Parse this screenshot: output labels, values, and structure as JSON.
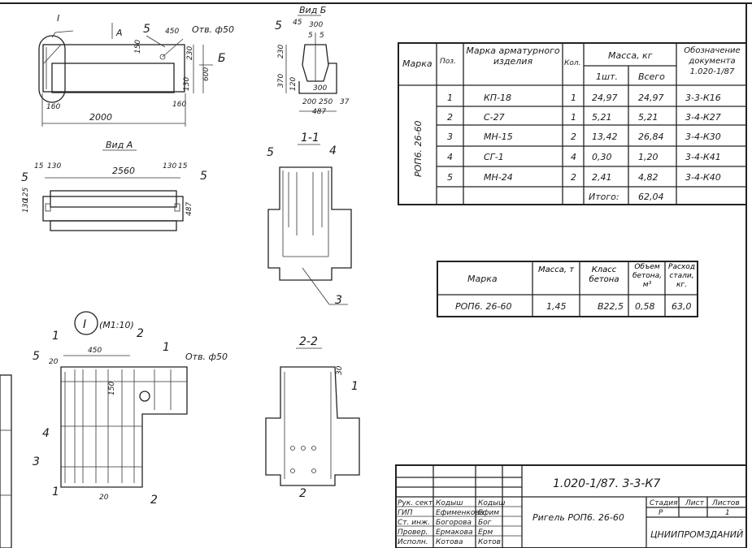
{
  "drawing": {
    "plan": {
      "callout_detail": "I",
      "view_a_arrow": "А",
      "pos5": "5",
      "dim_450": "450",
      "hole": "Отв. ф50",
      "view_b_arrow": "Б",
      "dim_150": "150",
      "dim_230": "230",
      "dim_600": "600",
      "dim_130": "130",
      "dim_160_left": "160",
      "dim_160_right": "160",
      "dim_2000": "2000"
    },
    "view_b": {
      "title": "Вид Б",
      "pos5": "5",
      "dim_45": "45",
      "dim_300": "300",
      "dim_s1": "5",
      "dim_s2": "5",
      "dim_230": "230",
      "dim_370": "370",
      "dim_120": "120",
      "dim_300b": "300",
      "dim_200": "200",
      "dim_250": "250",
      "dim_37": "37",
      "dim_487": "487"
    },
    "view_a": {
      "title": "Вид А",
      "dim_15l": "15",
      "dim_130l": "130",
      "dim_2560": "2560",
      "dim_130r": "130",
      "dim_15r": "15",
      "pos5l": "5",
      "pos5r": "5",
      "dim_125": "125",
      "dim_130v": "130",
      "dim_487": "487"
    },
    "section_1": {
      "title": "1-1",
      "pos5": "5",
      "pos4": "4",
      "pos3": "3"
    },
    "section_2": {
      "title": "2-2",
      "dim_30": "30",
      "pos1": "1",
      "pos2": "2"
    },
    "detail": {
      "label": "I",
      "scale": "(М1:10)",
      "pos1": "1",
      "pos2": "2",
      "pos3": "3",
      "pos4": "4",
      "pos5": "5",
      "dim_450": "450",
      "dim_150": "150",
      "hole": "Отв. ф50",
      "dim_20a": "20",
      "dim_20b": "20",
      "cut1_top": "1",
      "cut1_bot": "1"
    }
  },
  "spec_table": {
    "headers": {
      "mark": "Марка",
      "pos": "Поз.",
      "item": "Марка арматурного изделия",
      "qty": "Кол.",
      "mass": "Масса, кг",
      "mass_unit": "1шт.",
      "mass_total": "Всего",
      "doc": "Обозначение документа 1.020-1/87"
    },
    "mark_value": "РОП6. 26-60",
    "rows": [
      {
        "pos": "1",
        "item": "КП-18",
        "qty": "1",
        "unit": "24,97",
        "total": "24,97",
        "doc": "3-3-К16"
      },
      {
        "pos": "2",
        "item": "С-27",
        "qty": "1",
        "unit": "5,21",
        "total": "5,21",
        "doc": "3-4-К27"
      },
      {
        "pos": "3",
        "item": "МН-15",
        "qty": "2",
        "unit": "13,42",
        "total": "26,84",
        "doc": "3-4-К30"
      },
      {
        "pos": "4",
        "item": "СГ-1",
        "qty": "4",
        "unit": "0,30",
        "total": "1,20",
        "doc": "3-4-К41"
      },
      {
        "pos": "5",
        "item": "МН-24",
        "qty": "2",
        "unit": "2,41",
        "total": "4,82",
        "doc": "3-4-К40"
      }
    ],
    "total_label": "Итого:",
    "total_value": "62,04"
  },
  "summary_table": {
    "headers": {
      "mark": "Марка",
      "mass": "Масса, т",
      "class": "Класс бетона",
      "volume": "Объем бетона, м³",
      "steel": "Расход стали, кг."
    },
    "row": {
      "mark": "РОП6. 26-60",
      "mass": "1,45",
      "class": "В22,5",
      "volume": "0,58",
      "steel": "63,0"
    }
  },
  "title_block": {
    "designation": "1.020-1/87. 3-3-К7",
    "name": "Ригель РОП6. 26-60",
    "stage_label": "Стадия",
    "sheet_label": "Лист",
    "sheets_label": "Листов",
    "stage": "Р",
    "sheet": "",
    "sheets": "1",
    "organization": "ЦНИИПРОМЗДАНИЙ",
    "staff": [
      {
        "role": "Рук. сект.",
        "name": "Кодыш",
        "sign": "Кодыш"
      },
      {
        "role": "ГИП",
        "name": "Ефименкова",
        "sign": "Ефим"
      },
      {
        "role": "Ст. инж.",
        "name": "Богорова",
        "sign": "Бог"
      },
      {
        "role": "Провер.",
        "name": "Ермакова",
        "sign": "Ерм"
      },
      {
        "role": "Исполн.",
        "name": "Котова",
        "sign": "Котов"
      }
    ]
  }
}
